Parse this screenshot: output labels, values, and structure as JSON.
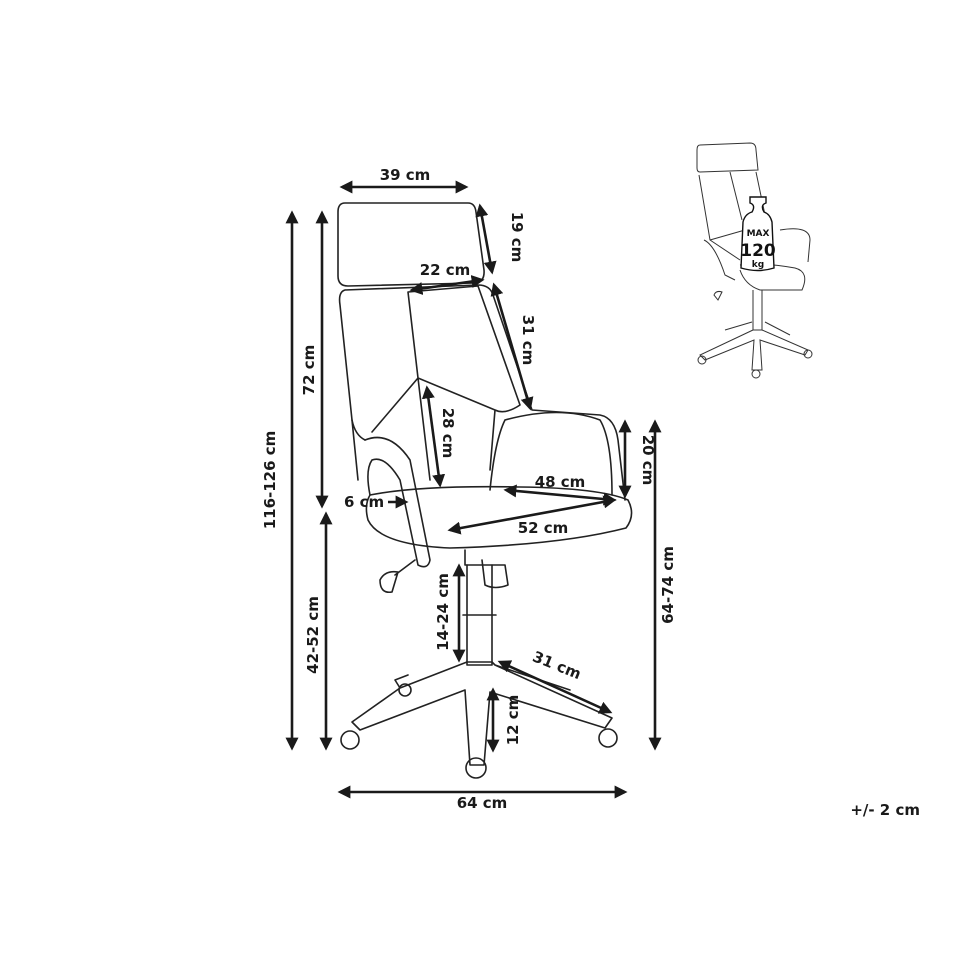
{
  "dimensions": {
    "headrest_width": "39 cm",
    "headrest_height": "19 cm",
    "backrest_top_width": "22 cm",
    "backrest_upper_height": "31 cm",
    "backrest_lower_height": "28 cm",
    "armrest_height": "20 cm",
    "seat_depth": "48 cm",
    "seat_width": "52 cm",
    "armrest_width": "6 cm",
    "gas_lift_range": "14-24 cm",
    "base_leg_length": "31 cm",
    "base_height": "12 cm",
    "base_width": "64 cm",
    "total_height": "116-126 cm",
    "backrest_height": "72 cm",
    "seat_height": "42-52 cm",
    "armrest_floor_height": "64-74 cm"
  },
  "tolerance": "+/- 2 cm",
  "max_load": {
    "label": "MAX",
    "value": "120",
    "unit": "kg"
  }
}
